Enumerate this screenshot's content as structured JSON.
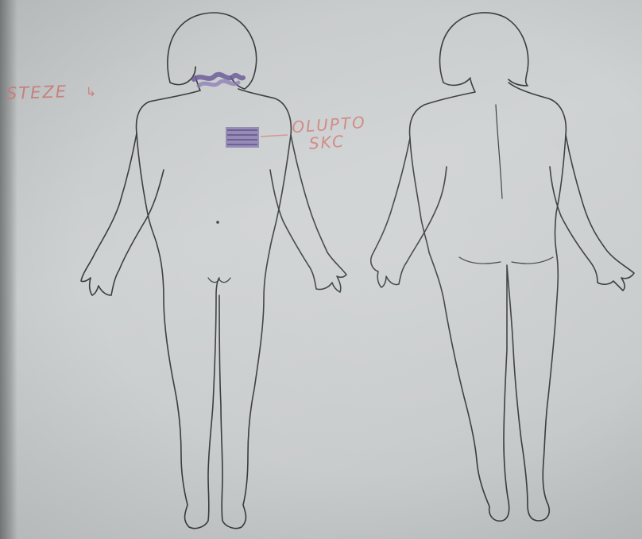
{
  "annotations": {
    "neck_note": "STEZE",
    "neck_mark": "↳",
    "chest_note_line1": "OLUPTO",
    "chest_note_line2": "SKC"
  },
  "colors": {
    "paper": "#cccfd0",
    "outline": "#3a3c3e",
    "red_pen": "#d7908c",
    "purple_marker": "#7d6aa8"
  }
}
